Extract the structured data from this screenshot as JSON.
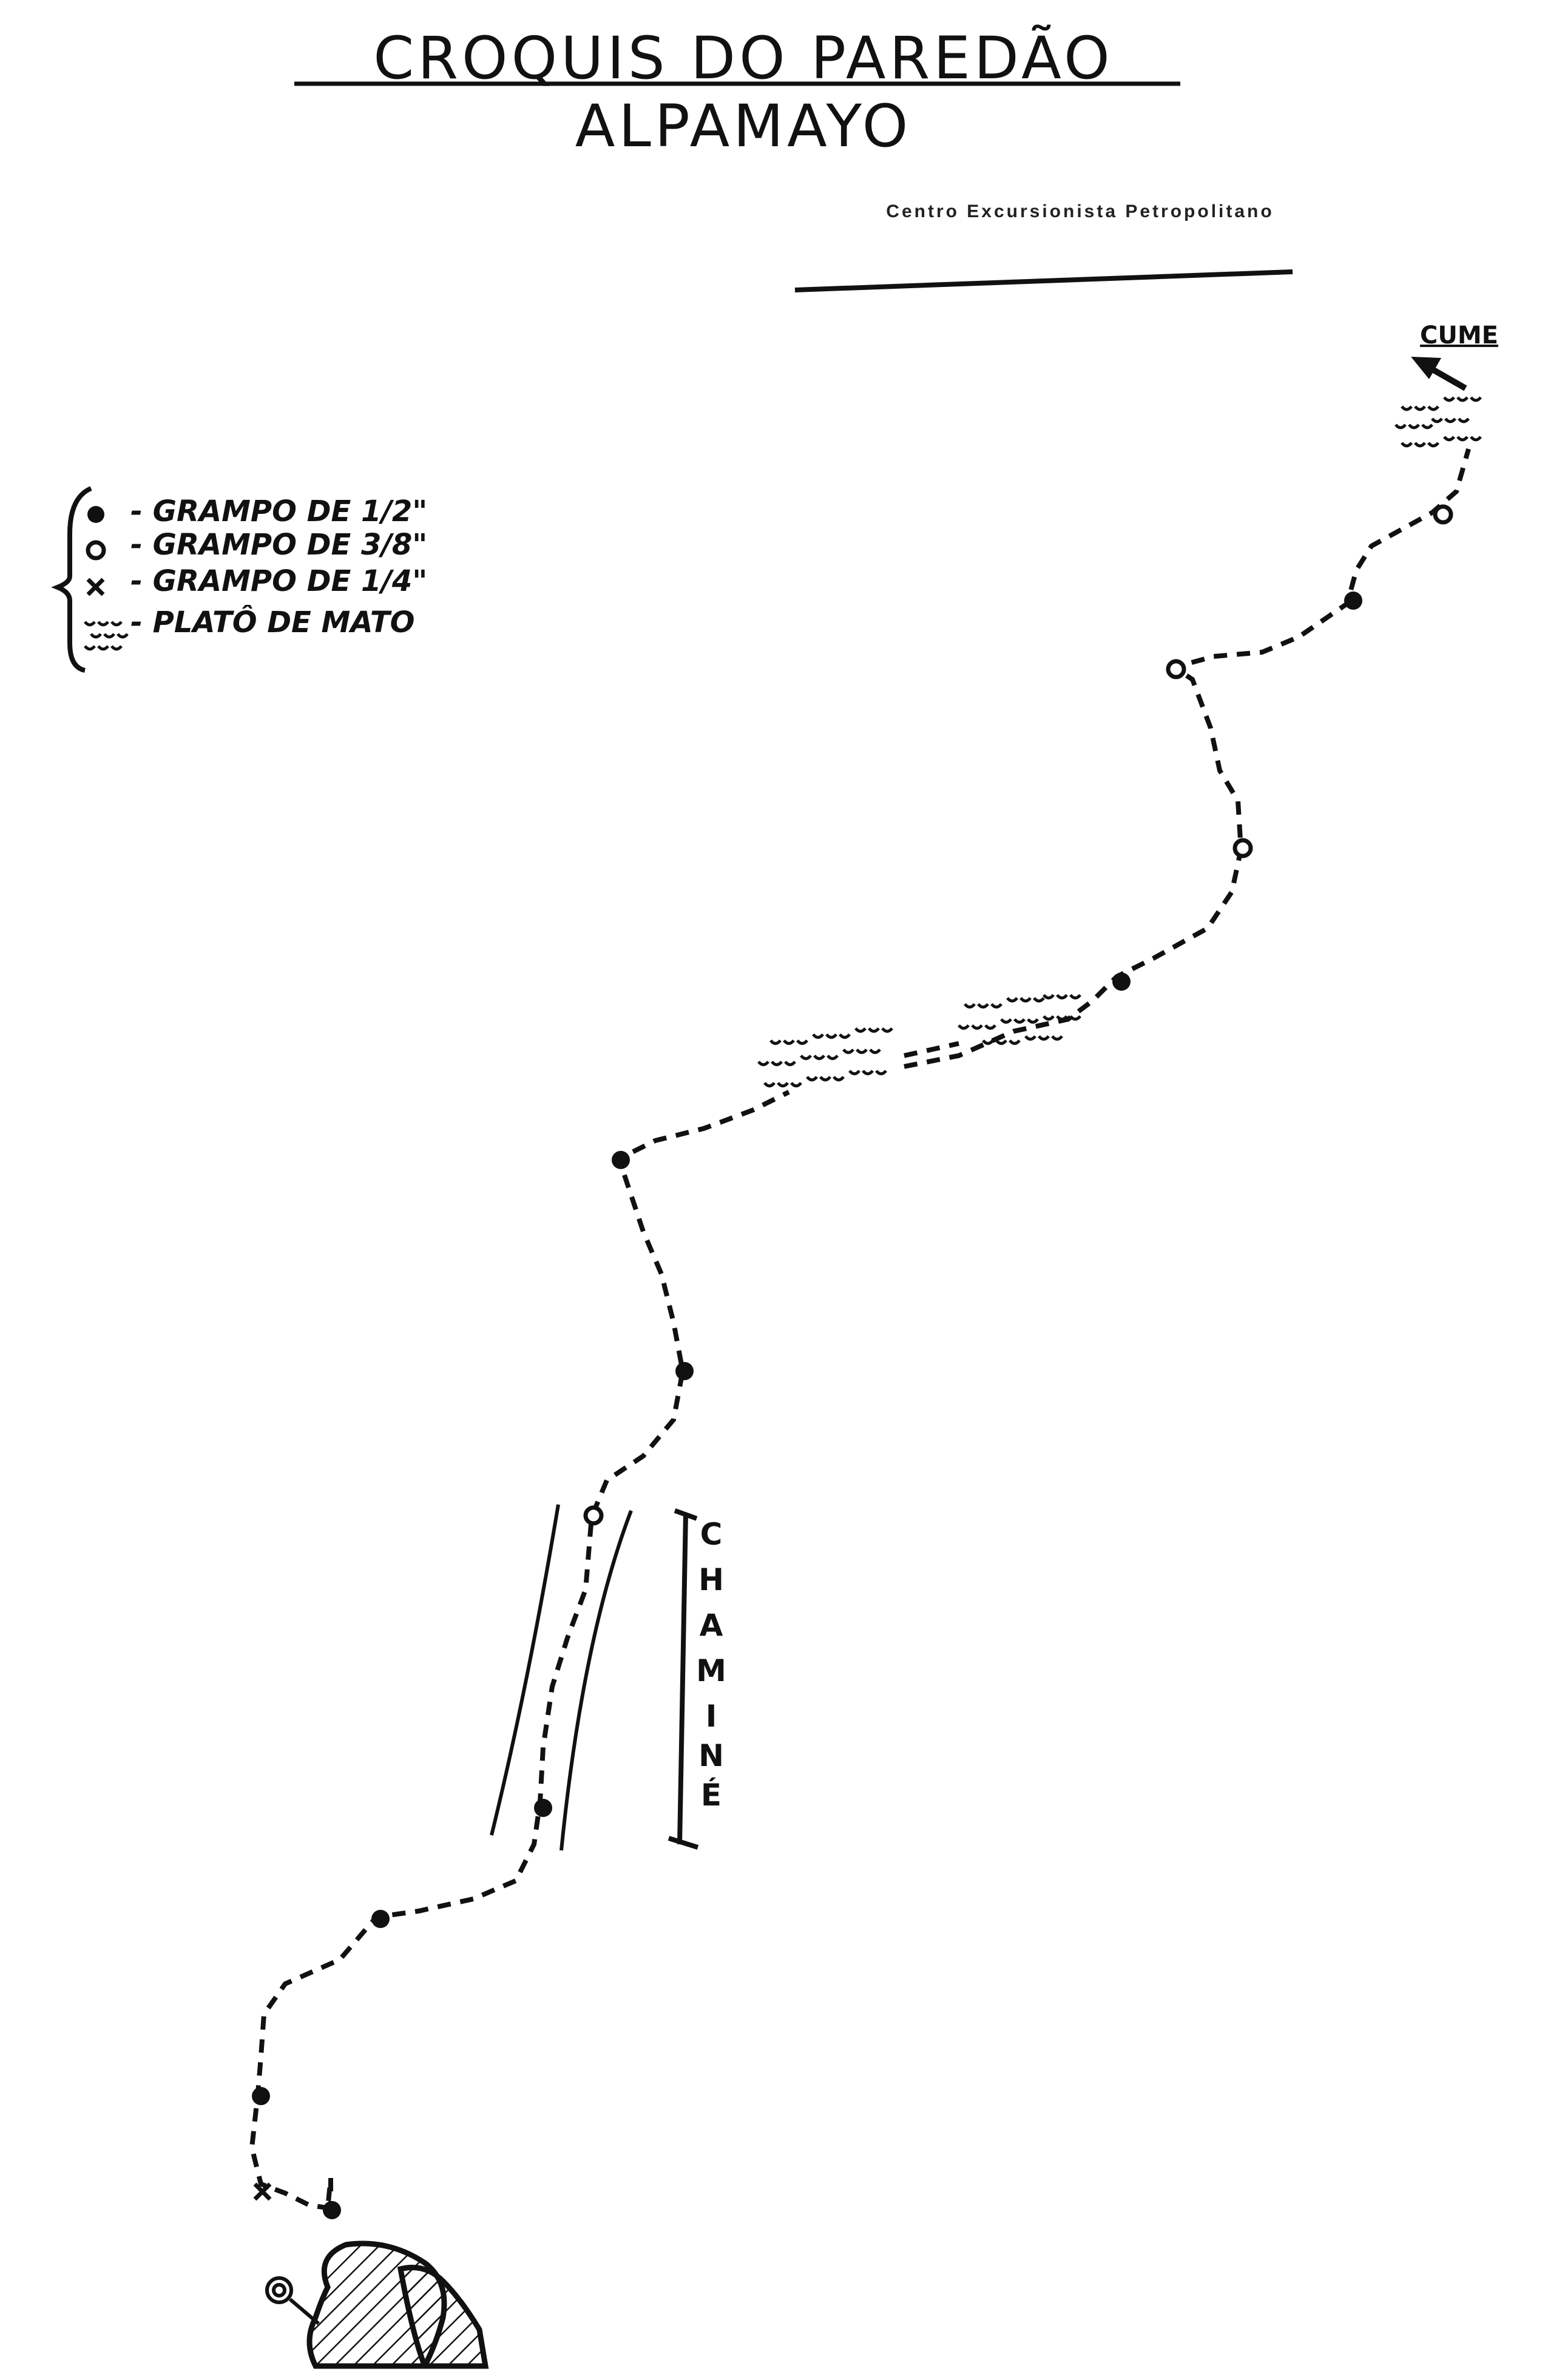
{
  "title": "CROQUIS DO PAREDÃO ALPAMAYO",
  "subtitle": "Centro Excursionista Petropolitano",
  "legend": [
    {
      "symbol": "filled-dot",
      "label": "- GRAMPO DE 1/2\""
    },
    {
      "symbol": "open-circle",
      "label": "- GRAMPO DE 3/8\""
    },
    {
      "symbol": "cross",
      "label": "- GRAMPO DE 1/4\""
    },
    {
      "symbol": "grass-ledge",
      "label": "- PLATÔ DE MATO"
    }
  ],
  "summit_label": "CUME",
  "chimney_letters": [
    "C",
    "H",
    "A",
    "M",
    "I",
    "N",
    "É"
  ],
  "colors": {
    "ink": "#111111",
    "paper": "#ffffff"
  }
}
